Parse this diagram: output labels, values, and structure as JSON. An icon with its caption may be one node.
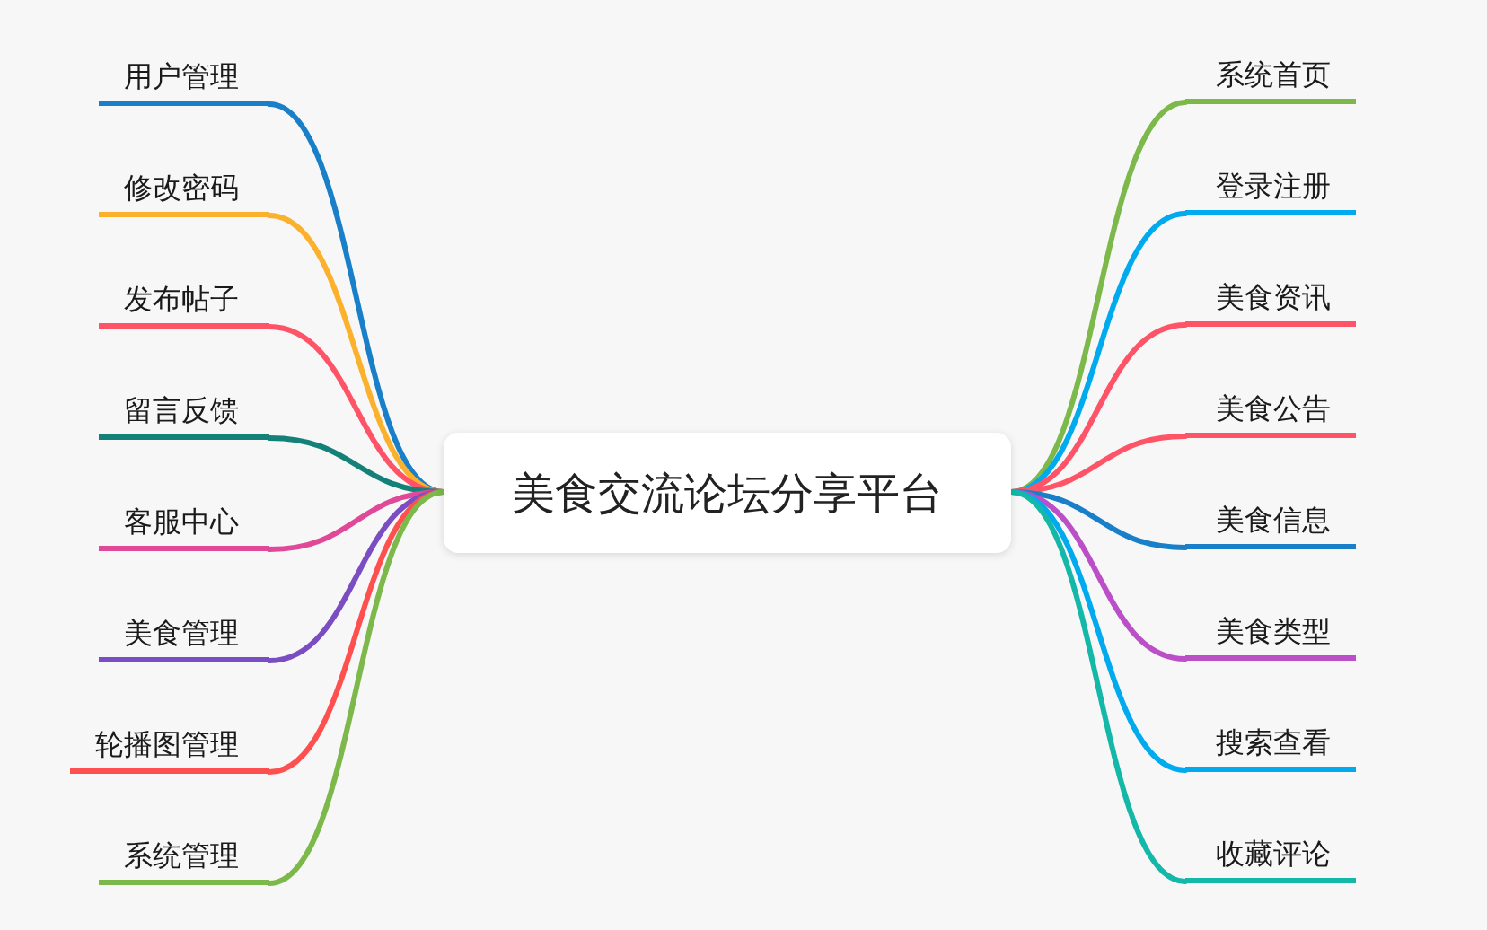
{
  "diagram": {
    "nodes": [
      {
        "text": [
          "美食交流论坛分享平台"
        ]
      },
      {
        "text": [
          "用户管理"
        ]
      },
      {
        "text": [
          "修改密码"
        ]
      },
      {
        "text": [
          "发布帖子"
        ]
      },
      {
        "text": [
          "留言反馈"
        ]
      },
      {
        "text": [
          "客服中心"
        ]
      },
      {
        "text": [
          "美食管理"
        ]
      },
      {
        "text": [
          "轮播图管理"
        ]
      },
      {
        "text": [
          "系统管理"
        ]
      },
      {
        "text": [
          "系统首页"
        ]
      },
      {
        "text": [
          "登录注册"
        ]
      },
      {
        "text": [
          "美食资讯"
        ]
      },
      {
        "text": [
          "美食公告"
        ]
      },
      {
        "text": [
          "美食信息"
        ]
      },
      {
        "text": [
          "美食类型"
        ]
      },
      {
        "text": [
          "搜索查看"
        ]
      },
      {
        "text": [
          "收藏评论"
        ]
      }
    ],
    "edges": [
      {
        "from": 0,
        "to": 1,
        "arrow": "none",
        "color": "#1a7fc9"
      },
      {
        "from": 0,
        "to": 2,
        "arrow": "none",
        "color": "#fbb12b"
      },
      {
        "from": 0,
        "to": 3,
        "arrow": "none",
        "color": "#ff5468"
      },
      {
        "from": 0,
        "to": 4,
        "arrow": "none",
        "color": "#138177"
      },
      {
        "from": 0,
        "to": 5,
        "arrow": "none",
        "color": "#e04898"
      },
      {
        "from": 0,
        "to": 6,
        "arrow": "none",
        "color": "#7a4ec2"
      },
      {
        "from": 0,
        "to": 7,
        "arrow": "none",
        "color": "#ff5050"
      },
      {
        "from": 0,
        "to": 8,
        "arrow": "none",
        "color": "#7cb84a"
      },
      {
        "from": 0,
        "to": 9,
        "arrow": "none",
        "color": "#7cb84a"
      },
      {
        "from": 0,
        "to": 10,
        "arrow": "none",
        "color": "#00aaee"
      },
      {
        "from": 0,
        "to": 11,
        "arrow": "none",
        "color": "#ff5468"
      },
      {
        "from": 0,
        "to": 12,
        "arrow": "none",
        "color": "#ff5468"
      },
      {
        "from": 0,
        "to": 13,
        "arrow": "none",
        "color": "#1a7fc9"
      },
      {
        "from": 0,
        "to": 14,
        "arrow": "none",
        "color": "#bb4fc8"
      },
      {
        "from": 0,
        "to": 15,
        "arrow": "none",
        "color": "#00aaee"
      },
      {
        "from": 0,
        "to": 16,
        "arrow": "none",
        "color": "#13b8a8"
      }
    ]
  }
}
